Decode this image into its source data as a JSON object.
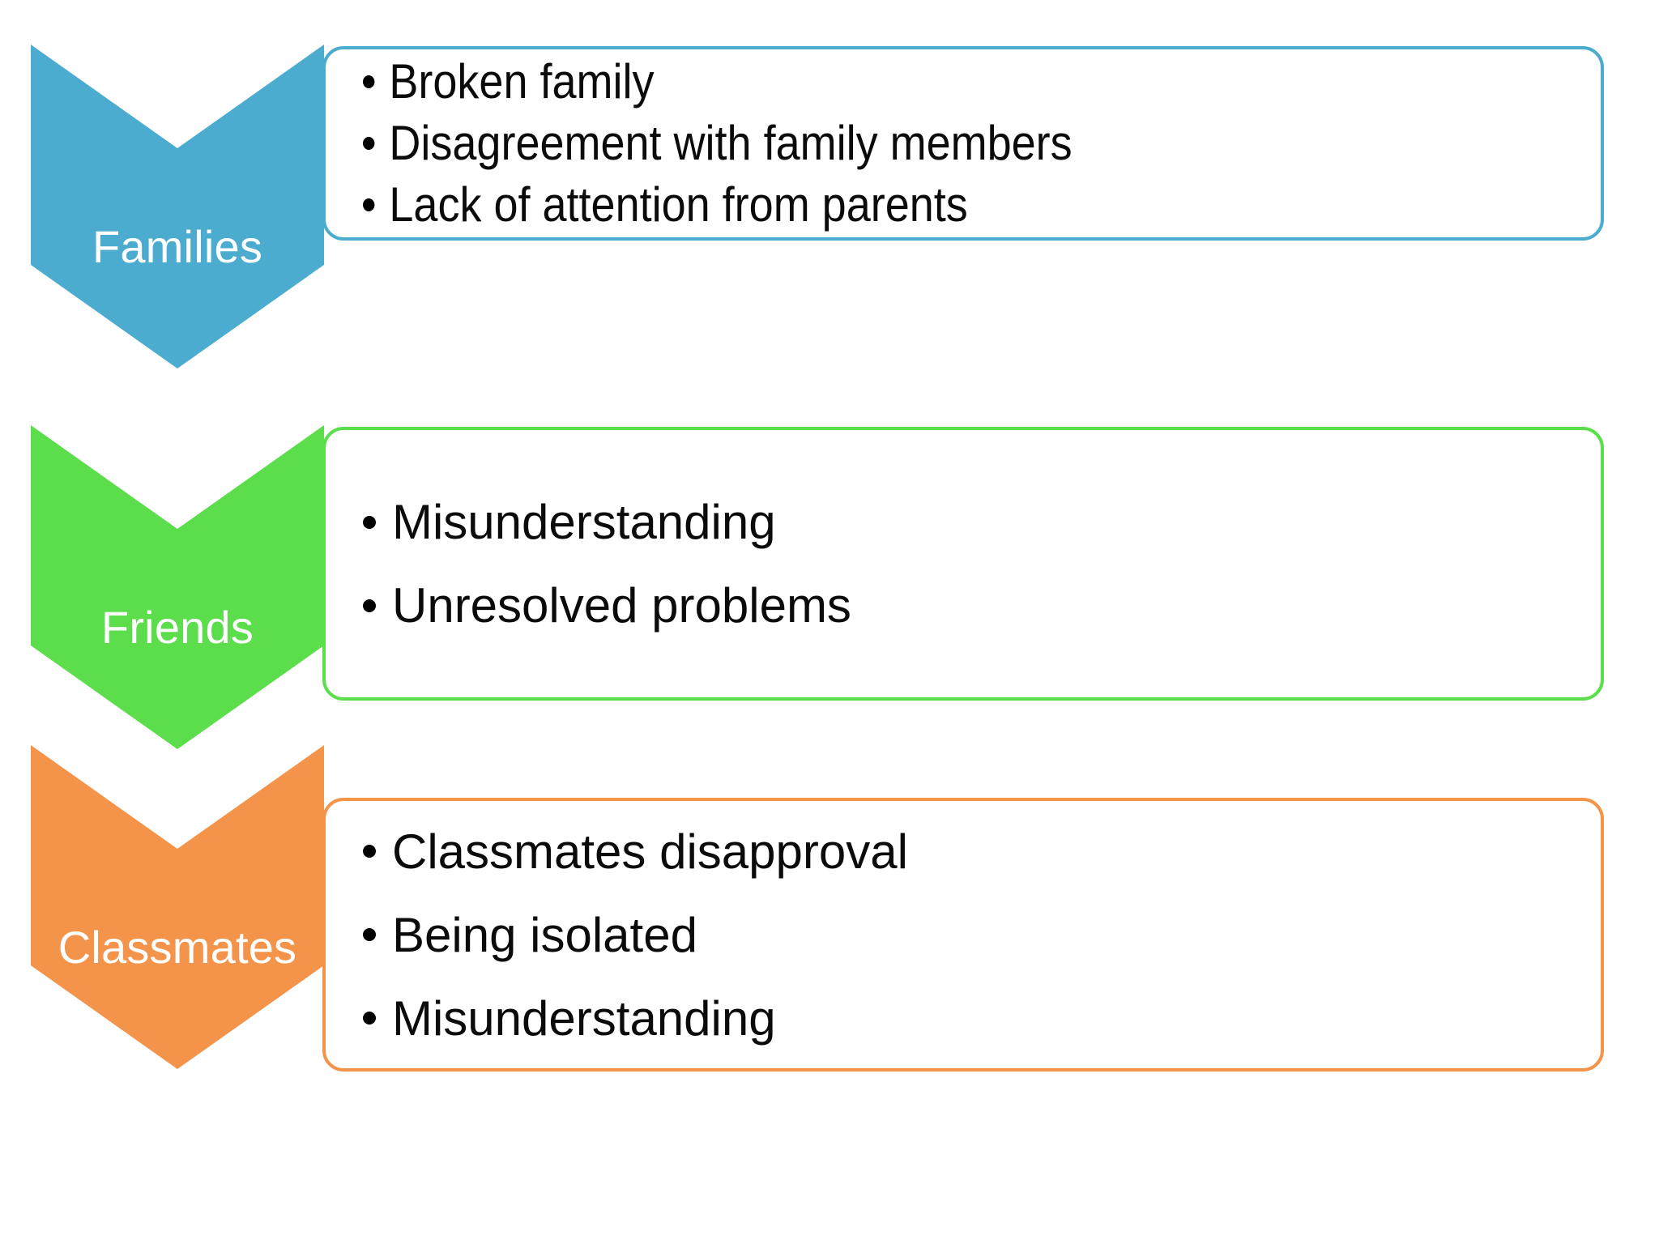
{
  "diagram": {
    "type": "chevron-process-list",
    "background_color": "#FFFFFF",
    "stages": [
      {
        "id": "families",
        "label": "Families",
        "accent_color": "#4BACCF",
        "label_color": "#FFFFFF",
        "arrow_icon": "chevron-down-icon",
        "items": [
          "Broken family",
          "Disagreement with family members",
          "Lack of attention from parents"
        ]
      },
      {
        "id": "friends",
        "label": "Friends",
        "accent_color": "#5CDD4C",
        "label_color": "#FFFFFF",
        "arrow_icon": "chevron-down-icon",
        "items": [
          "Misunderstanding",
          "Unresolved problems"
        ]
      },
      {
        "id": "classmates",
        "label": "Classmates",
        "accent_color": "#F4944A",
        "label_color": "#FFFFFF",
        "arrow_icon": "chevron-down-icon",
        "items": [
          "Classmates disapproval",
          "Being isolated",
          "Misunderstanding"
        ]
      }
    ]
  }
}
